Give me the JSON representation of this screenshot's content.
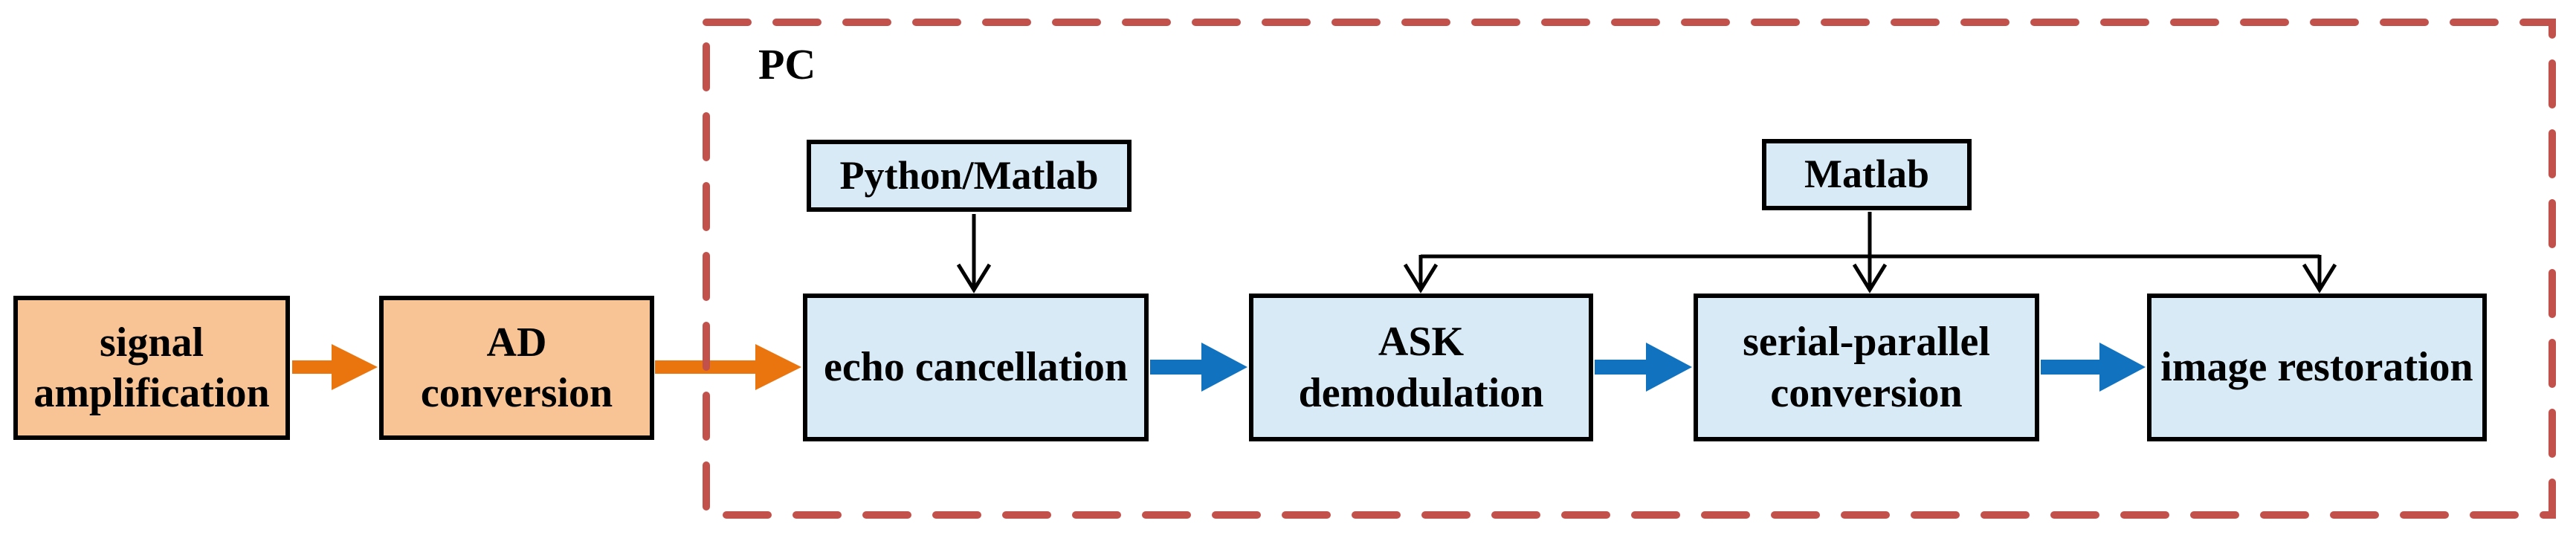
{
  "colors": {
    "background": "#FFFFFF",
    "orange_fill": "#F8C496",
    "orange_arrow": "#EA740D",
    "blue_fill": "#D9EAF7",
    "blue_arrow": "#1172BF",
    "dashed_border": "#C3514B",
    "box_border": "#000000",
    "connector": "#000000",
    "text": "#000000"
  },
  "pc_container": {
    "label": "PC"
  },
  "nodes": {
    "signal_amplification": {
      "line1": "signal",
      "line2": "amplification"
    },
    "ad_conversion": {
      "line1": "AD",
      "line2": "conversion"
    },
    "echo_cancellation": {
      "line1": "echo cancellation"
    },
    "ask_demodulation": {
      "line1": "ASK",
      "line2": "demodulation"
    },
    "serial_parallel_conversion": {
      "line1": "serial-parallel",
      "line2": "conversion"
    },
    "image_restoration": {
      "line1": "image restoration"
    },
    "python_matlab": {
      "line1": "Python/Matlab"
    },
    "matlab": {
      "line1": "Matlab"
    }
  },
  "edges": [
    {
      "from": "signal amplification",
      "to": "AD conversion",
      "style": "orange-block-arrow"
    },
    {
      "from": "AD conversion",
      "to": "echo cancellation",
      "style": "orange-block-arrow"
    },
    {
      "from": "echo cancellation",
      "to": "ASK demodulation",
      "style": "blue-block-arrow"
    },
    {
      "from": "ASK demodulation",
      "to": "serial-parallel conversion",
      "style": "blue-block-arrow"
    },
    {
      "from": "serial-parallel conversion",
      "to": "image restoration",
      "style": "blue-block-arrow"
    },
    {
      "from": "Python/Matlab",
      "to": "echo cancellation",
      "style": "thin-arrow"
    },
    {
      "from": "Matlab",
      "to": "ASK demodulation",
      "style": "thin-arrow"
    },
    {
      "from": "Matlab",
      "to": "serial-parallel conversion",
      "style": "thin-arrow"
    },
    {
      "from": "Matlab",
      "to": "image restoration",
      "style": "thin-arrow"
    }
  ]
}
